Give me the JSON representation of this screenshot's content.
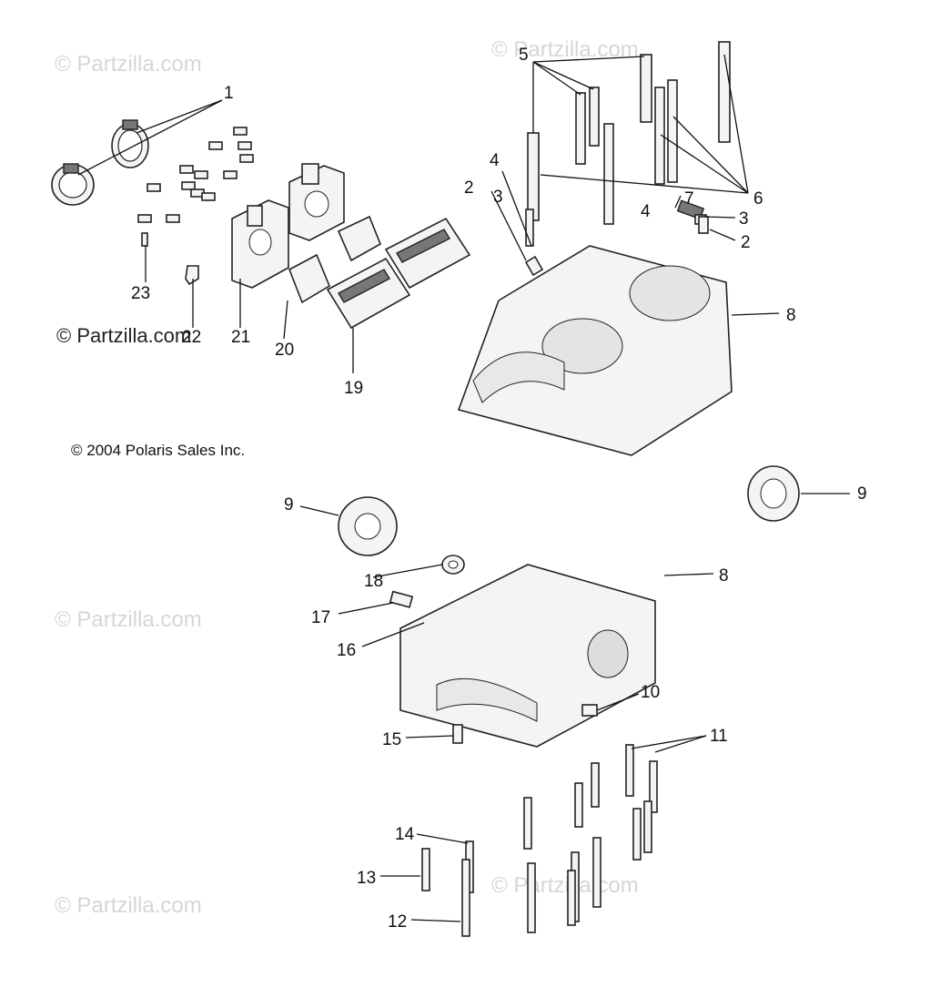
{
  "watermarks": [
    "© Partzilla.com",
    "© Partzilla.com",
    "© Partzilla.com",
    "© Partzilla.com",
    "© Partzilla.com"
  ],
  "watermark_dark": "© Partzilla.com",
  "copyright": "© 2004 Polaris Sales Inc.",
  "callouts": [
    "1",
    "2",
    "3",
    "4",
    "5",
    "6",
    "7",
    "3",
    "4",
    "2",
    "8",
    "23",
    "22",
    "21",
    "20",
    "19",
    "9",
    "9",
    "18",
    "8",
    "17",
    "16",
    "10",
    "15",
    "11",
    "14",
    "13",
    "12"
  ]
}
